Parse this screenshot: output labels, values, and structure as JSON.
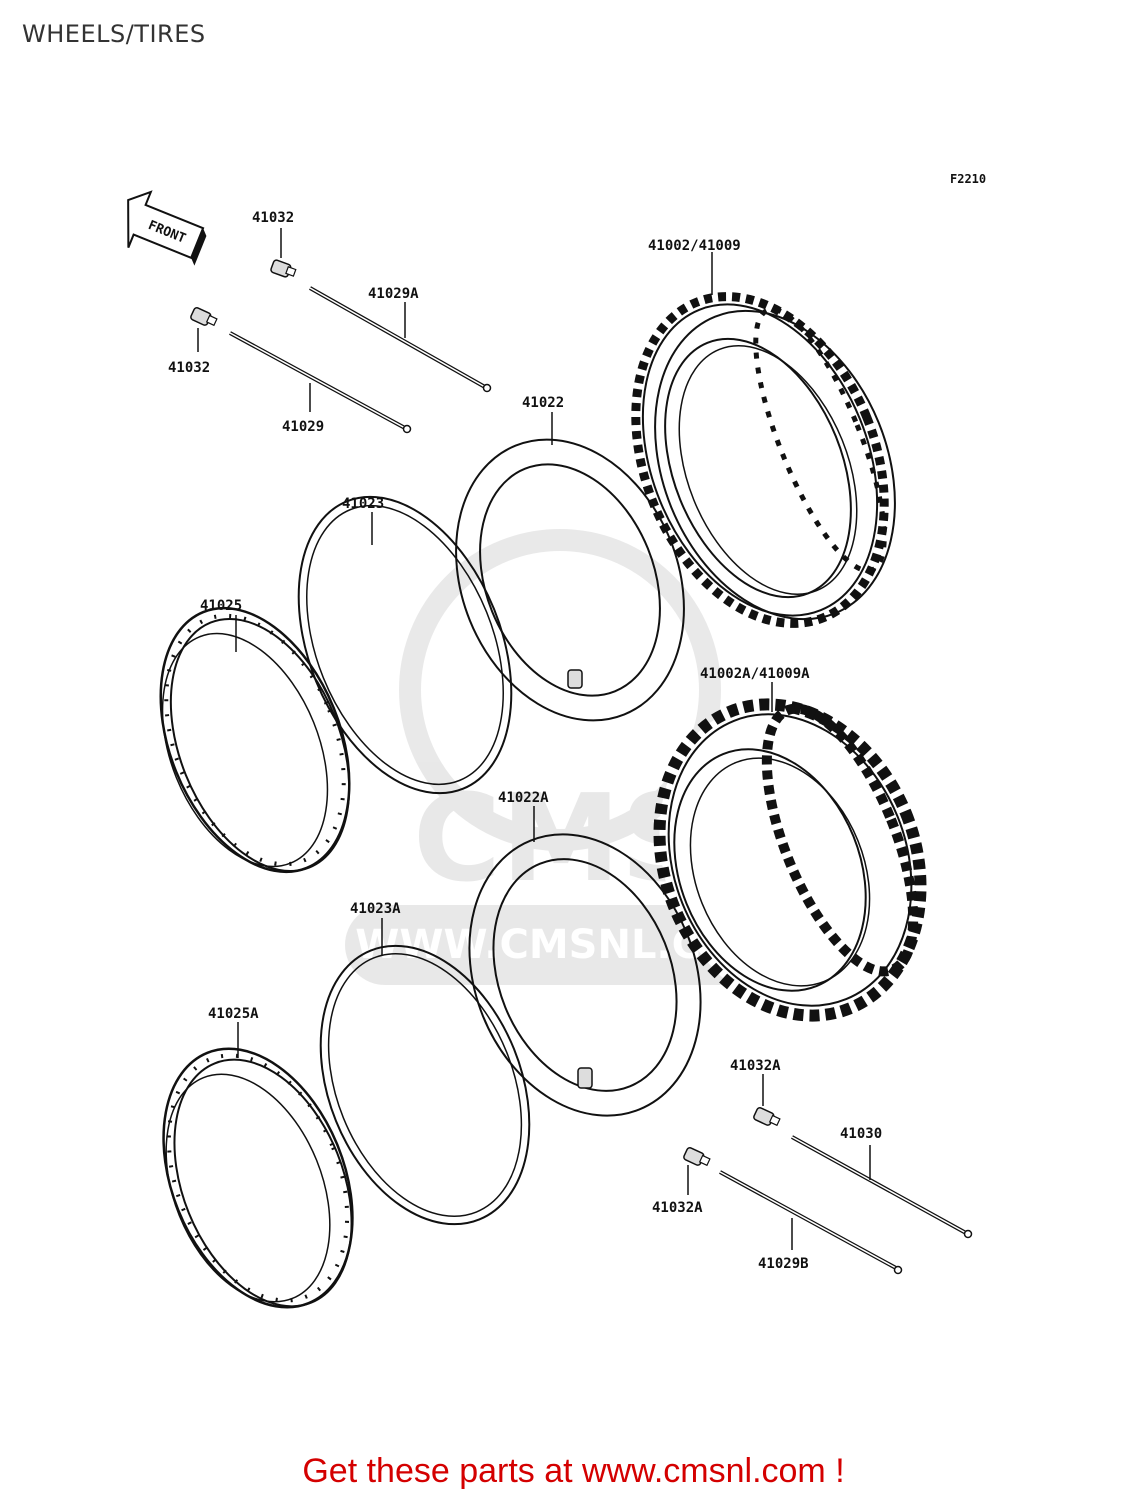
{
  "page": {
    "title": "WHEELS/TIRES"
  },
  "diagram": {
    "figure_code": "F2210",
    "front_arrow_text": "FRONT",
    "watermark_text": "WWW.CMSNL.COM",
    "watermark_logo_text": "CMS",
    "parts": [
      {
        "id": "41032-top",
        "label": "41032"
      },
      {
        "id": "41029A",
        "label": "41029A"
      },
      {
        "id": "41032-left",
        "label": "41032"
      },
      {
        "id": "41029",
        "label": "41029"
      },
      {
        "id": "41002-41009",
        "label": "41002/41009"
      },
      {
        "id": "41022",
        "label": "41022"
      },
      {
        "id": "41023",
        "label": "41023"
      },
      {
        "id": "41025",
        "label": "41025"
      },
      {
        "id": "41002A-41009A",
        "label": "41002A/41009A"
      },
      {
        "id": "41022A",
        "label": "41022A"
      },
      {
        "id": "41023A",
        "label": "41023A"
      },
      {
        "id": "41025A",
        "label": "41025A"
      },
      {
        "id": "41032A-right",
        "label": "41032A"
      },
      {
        "id": "41030",
        "label": "41030"
      },
      {
        "id": "41032A-bottom",
        "label": "41032A"
      },
      {
        "id": "41029B",
        "label": "41029B"
      }
    ]
  },
  "footer": {
    "cta": "Get these parts at www.cmsnl.com !"
  }
}
